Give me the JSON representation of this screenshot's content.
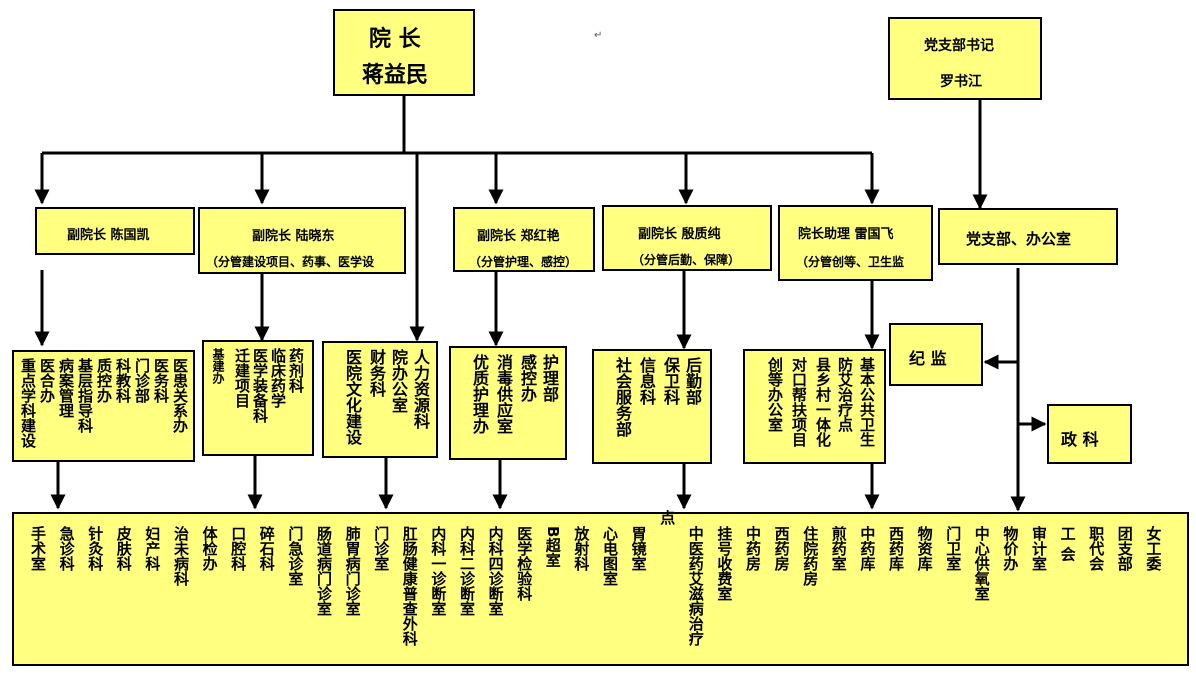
{
  "president": {
    "title": "院  长",
    "name": "蒋益民"
  },
  "party_secretary": {
    "title": "党支部书记",
    "name": "罗书江"
  },
  "vp1": {
    "label": "副院长  陈国凯"
  },
  "vp2": {
    "label": "副院长   陆晓东",
    "sub": "（分管建设项目、药事、医学设"
  },
  "vp3": {
    "label": "副院长   郑红艳",
    "sub": "（分管护理、感控）"
  },
  "vp4": {
    "label": "副院长   殷质纯",
    "sub": "（分管后勤、保障）"
  },
  "assistant": {
    "label": "院长助理   雷国飞",
    "sub": "（分管创等、卫生监"
  },
  "party_office": {
    "label": "党支部、办公室"
  },
  "discipline": {
    "label": "纪   监"
  },
  "politics": {
    "label": "政   科"
  },
  "depts_vp1": [
    "医患关系办",
    "医务科",
    "门诊部",
    "科教科",
    "质控办",
    "基层指导科",
    "病案管理",
    "医合办",
    "重点学科建设"
  ],
  "depts_vp2": [
    "药剂科",
    "临床药学",
    "医学装备科",
    "迁建项目",
    "基建办"
  ],
  "depts_center": [
    "人力资源科",
    "院办公室",
    "财务科",
    "医院文化建设"
  ],
  "depts_vp3": [
    "护理部",
    "感控办",
    "消毒供应室",
    "优质护理办"
  ],
  "depts_vp4": [
    "后勤部",
    "保卫科",
    "信息科",
    "社会服务部"
  ],
  "depts_assistant": [
    "基本公共卫生",
    "防艾治疗点",
    "县乡村一体化",
    "对口帮扶项目",
    "创等办公室"
  ],
  "bottom_units": [
    "手术室",
    "急诊科",
    "针灸科",
    "皮肤科",
    "妇产科",
    "治未病科",
    "体检办",
    "口腔科",
    "碎石科",
    "门急诊室",
    "肠道病门诊室",
    "肺胃病门诊室",
    "门诊室",
    "肛肠健康普查外科",
    "内科一诊断室",
    "内科二诊断室",
    "内科四诊断室",
    "医学检验科",
    "B超室",
    "放射科",
    "心电图室",
    "胃镜室",
    "点",
    "中医药艾滋病治疗",
    "挂号收费室",
    "中药房",
    "西药房",
    "住院药房",
    "煎药室",
    "中药库",
    "西药库",
    "物资库",
    "门卫室",
    "中心供氧室",
    "物价办",
    "审计室",
    "工 会",
    "职代会",
    "团支部",
    "女工委"
  ],
  "paragraph_mark": "↵",
  "colors": {
    "box_fill": "#ffff80",
    "line": "#000000"
  }
}
